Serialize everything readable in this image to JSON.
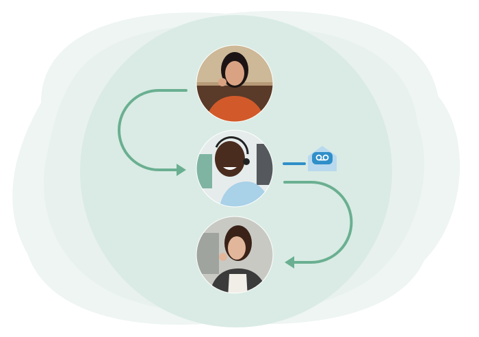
{
  "colors": {
    "background": "#ffffff",
    "blob_light": "#eef5f2",
    "blob_mid": "#e4efea",
    "main_circle": "#d9ebe4",
    "arrow": "#6aaf91",
    "voicemail_line": "#2f8fc9",
    "envelope": "#b9d9ee",
    "voicemail_badge": "#2f8fc9"
  },
  "nodes": [
    {
      "role": "caller",
      "description_icon": "person-on-phone-icon"
    },
    {
      "role": "agent",
      "description_icon": "agent-with-headset-icon"
    },
    {
      "role": "recipient",
      "description_icon": "person-on-phone-icon"
    }
  ],
  "icons": [
    "flow-arrow-icon",
    "voicemail-envelope-icon"
  ]
}
